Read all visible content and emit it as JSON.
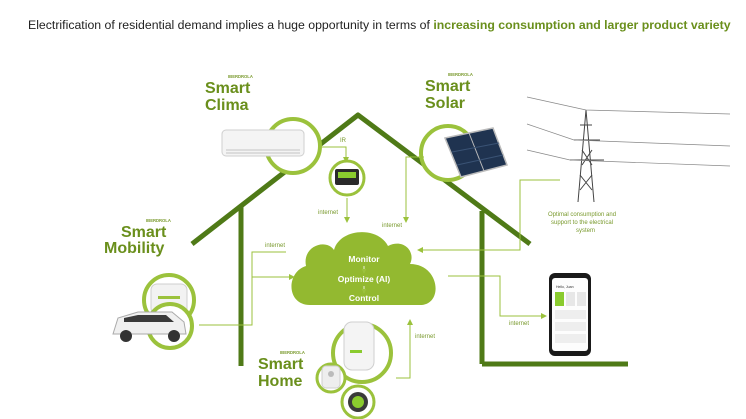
{
  "headline": {
    "prefix": "Electrification of residential demand implies a huge opportunity in terms of ",
    "highlight": "increasing consumption and larger product variety"
  },
  "brand": "IBERDROLA",
  "products": {
    "clima": [
      "Smart",
      "Clima"
    ],
    "solar": [
      "Smart",
      "Solar"
    ],
    "mobility": [
      "Smart",
      "Mobility"
    ],
    "home": [
      "Smart",
      "Home"
    ]
  },
  "cloud": {
    "monitor": "Monitor",
    "optimize": "Optimize (AI)",
    "control": "Control"
  },
  "labels": {
    "ir": "IR",
    "internet": "internet",
    "grid_note": [
      "Optimal consumption and",
      "support to the electrical",
      "system"
    ]
  },
  "phone": {
    "greeting": "Hello, Juan"
  },
  "colors": {
    "green_dark": "#4f7a17",
    "green": "#6a8f1c",
    "green_light": "#9bc23c",
    "cloud": "#93b930"
  }
}
